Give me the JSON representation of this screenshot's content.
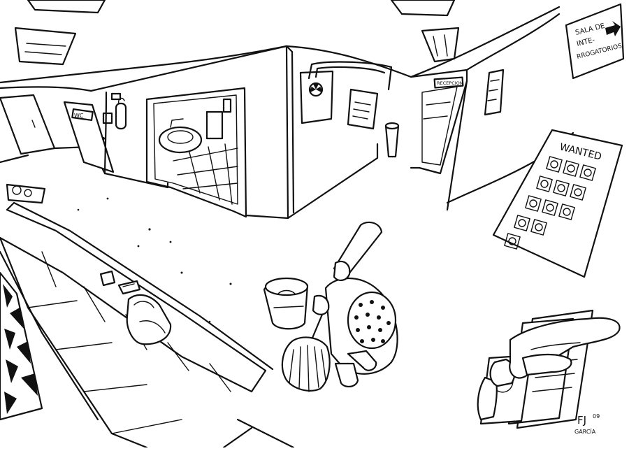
{
  "drawing": {
    "signs": {
      "interrogation": [
        "SALA DE",
        "INTE-",
        "RROGATORIOS"
      ],
      "reception": "RECEPCION",
      "wc": "WC",
      "poster_title": "WANTED"
    },
    "signature": {
      "initials": "FJ",
      "year": "09",
      "surname": "GARCÍA"
    }
  }
}
